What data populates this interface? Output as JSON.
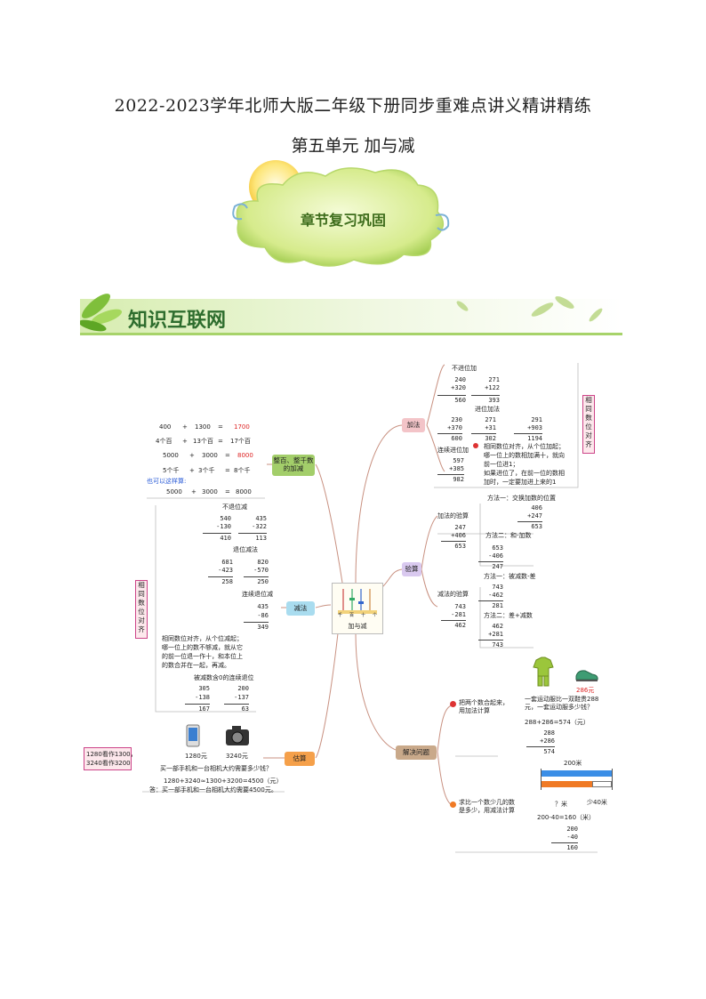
{
  "header": {
    "title": "2022-2023学年北师大版二年级下册同步重难点讲义精讲精练",
    "subtitle": "第五单元  加与减"
  },
  "banner": {
    "cloud_text": "章节复习巩固",
    "section_title": "知识互联网"
  },
  "center": {
    "label": "加与减",
    "abacus_labels": [
      "千",
      "百",
      "十",
      "个"
    ]
  },
  "branches": {
    "add": "加法",
    "sub": "减法",
    "check": "验算",
    "est": "估算",
    "solve": "解决问题",
    "hundreds": "整百、整千数的加减"
  },
  "hundreds": {
    "r1": [
      "400",
      "+",
      "1300",
      "=",
      "1700"
    ],
    "r2": [
      "4个百",
      "+",
      "13个百",
      "=",
      "17个百"
    ],
    "r3": [
      "5000",
      "+",
      "3000",
      "=",
      "8000"
    ],
    "r4": [
      "5个千",
      "+",
      "3个千",
      "=",
      "8个千"
    ],
    "also": "也可以这样算:",
    "r5": [
      "5000",
      "+",
      "3000",
      "=",
      "8000"
    ]
  },
  "addition": {
    "no_carry_title": "不进位加",
    "no_carry": [
      [
        "240",
        "+320",
        "560"
      ],
      [
        "271",
        "+122",
        "393"
      ]
    ],
    "carry_title": "进位加法",
    "carry": [
      [
        "230",
        "+370",
        "600"
      ],
      [
        "271",
        "+31",
        "302"
      ],
      [
        "291",
        "+903",
        "1194"
      ]
    ],
    "cont_title": "连续进位加",
    "cont": [
      "597",
      "+385",
      "982"
    ],
    "rule": [
      "相同数位对齐，从个位加起；",
      "哪一位上的数相加满十，就向",
      "前一位进1；",
      "如果进位了，在前一位的数相",
      "加时，一定要加进上来的1"
    ],
    "vlabel": "相同数位对齐"
  },
  "subtraction": {
    "no_borrow_title": "不退位减",
    "no_borrow": [
      [
        "540",
        "-130",
        "410"
      ],
      [
        "435",
        "-322",
        "113"
      ]
    ],
    "borrow_title": "退位减法",
    "borrow": [
      [
        "681",
        "-423",
        "258"
      ],
      [
        "820",
        "-570",
        "250"
      ]
    ],
    "cont_title": "连续退位减",
    "cont": [
      "435",
      "-86",
      "349"
    ],
    "rule": [
      "相同数位对齐，从个位减起；",
      "哪一位上的数不够减，就从它",
      "的前一位退一作十，和本位上",
      "的数合并在一起，再减。"
    ],
    "zero_title": "被减数含0的连续退位",
    "zero": [
      [
        "305",
        "-138",
        "167"
      ],
      [
        "200",
        "-137",
        "63"
      ]
    ],
    "vlabel": "相同数位对齐"
  },
  "check": {
    "add_title": "加法的验算",
    "add": [
      "247",
      "+406",
      "653"
    ],
    "m1_label": "方法一：交换加数的位置",
    "m1": [
      "406",
      "+247",
      "653"
    ],
    "m2_label": "方法二：和-加数",
    "m2": [
      "653",
      "-406",
      "247"
    ],
    "sub_title": "减法的验算",
    "sub": [
      "743",
      "-281",
      "462"
    ],
    "s1_label": "方法一：被减数-差",
    "s1": [
      "743",
      "-462",
      "281"
    ],
    "s2_label": "方法二：差+减数",
    "s2": [
      "462",
      "+281",
      "743"
    ]
  },
  "estimate": {
    "phone_price": "1280元",
    "camera_price": "3240元",
    "question": "买一部手机和一台相机大约需要多少钱？",
    "calc": "1280+3240≈1300+3200=4500（元）",
    "answer": "答：买一部手机和一台相机大约需要4500元。",
    "approx": [
      "1280看作1300，",
      "3240看作3200"
    ]
  },
  "solve": {
    "p1": [
      "把两个数合起来，",
      "用加法计算"
    ],
    "shoe_price": "286元",
    "q1": [
      "一套运动服比一双鞋贵288",
      "元，一套运动服多少钱？"
    ],
    "eq1": "288+286=574（元）",
    "calc1": [
      "288",
      "+286",
      "574"
    ],
    "p2": [
      "求比一个数少几的数",
      "是多少，用减法计算"
    ],
    "bar_total": "200米",
    "bar_unknown": "？米",
    "bar_less": "少40米",
    "eq2": "200-40=160（米）",
    "calc2": [
      "200",
      "-40",
      "160"
    ]
  },
  "colors": {
    "add": "#f3c4c8",
    "sub": "#a9dcef",
    "check": "#d9c9ef",
    "est": "#f5a04a",
    "solve": "#c9a98a",
    "hundreds": "#a3ce6a",
    "bar_blue": "#3b8ee6",
    "bar_orange": "#f07a25"
  }
}
